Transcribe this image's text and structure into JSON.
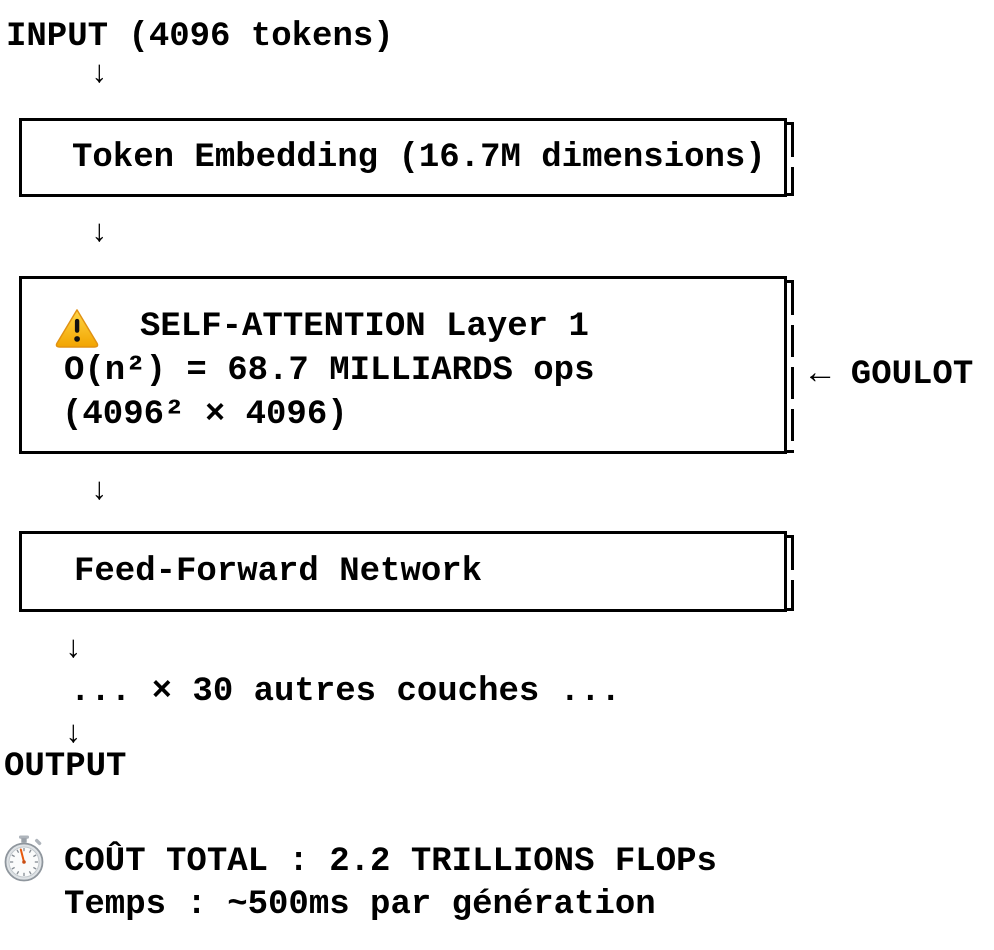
{
  "diagram": {
    "input_label": "INPUT (4096 tokens)",
    "arrow_glyph": "↓",
    "embedding_box": {
      "label": "Token Embedding (16.7M dimensions)"
    },
    "attention_box": {
      "warning_icon": "warning-triangle",
      "title": "SELF-ATTENTION Layer 1",
      "ops": "O(n²) = 68.7 MILLIARDS ops",
      "shape": "(4096² × 4096)"
    },
    "bottleneck_label": "← GOULOT",
    "ffn_box": {
      "label": "Feed-Forward Network"
    },
    "layers_note": "... × 30 autres couches ...",
    "output_label": "OUTPUT",
    "summary": {
      "icon": "stopwatch",
      "cost": "COÛT TOTAL : 2.2 TRILLIONS FLOPs",
      "time": "Temps : ~500ms par génération"
    }
  },
  "colors": {
    "text": "#000000",
    "background": "#ffffff",
    "border": "#000000",
    "warning_yellow_top": "#FFD647",
    "warning_yellow_bottom": "#F2A400",
    "warning_outline": "#E09112",
    "exclamation": "#111111",
    "stopwatch_body": "#dfe3e6",
    "stopwatch_rim": "#8f969d",
    "stopwatch_hand": "#e8590c"
  }
}
